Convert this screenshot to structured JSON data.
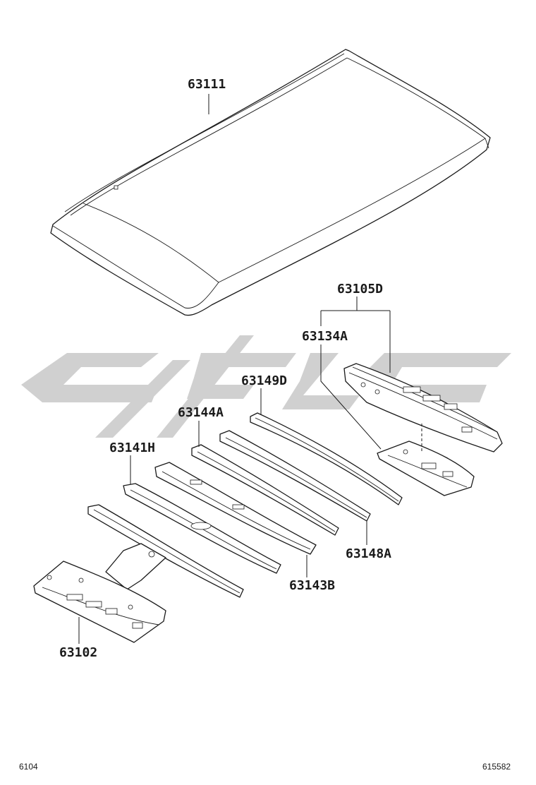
{
  "diagram": {
    "callouts": {
      "roof_panel": "63111",
      "rear_header_assy": "63105D",
      "rear_header_inner": "63134A",
      "bow_d": "63149D",
      "bow_a": "63144A",
      "bow_h": "63141H",
      "reinforcement_a": "63148A",
      "reinforcement_b": "63143B",
      "front_header": "63102"
    },
    "footer": {
      "left_code": "6104",
      "right_code": "615582"
    }
  },
  "colors": {
    "line": "#1a1a1a",
    "watermark": "#d0d0d0",
    "background": "#ffffff"
  }
}
